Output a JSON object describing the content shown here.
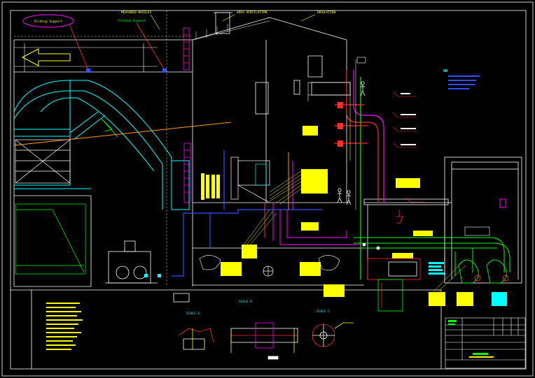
{
  "labels": {
    "sliding_support_cloud": "Sliding Support",
    "sliding_support_right": "Sliding Support",
    "measured_nozzles": "MEASURED NOZZLES",
    "area_ventilation": "AREA VENTILATION",
    "insulation": "INSULATION",
    "notes_marker": "NB",
    "scale_a": "SCALE A",
    "scale_b": "SCALE B",
    "scale_c": "SCALE C"
  },
  "colors": {
    "background": "#000000",
    "structure": "#ffffff",
    "cyan": "#00ffff",
    "yellow": "#ffff00",
    "green": "#00ff00",
    "red": "#ff2a2a",
    "magenta": "#ff00ff",
    "blue": "#3050ff",
    "orange": "#ff9a1a",
    "pink": "#ff66cc"
  },
  "icons": [
    "fan-icon",
    "flow-arrow-icon",
    "valve-icon",
    "person-icon",
    "pump-icon"
  ]
}
